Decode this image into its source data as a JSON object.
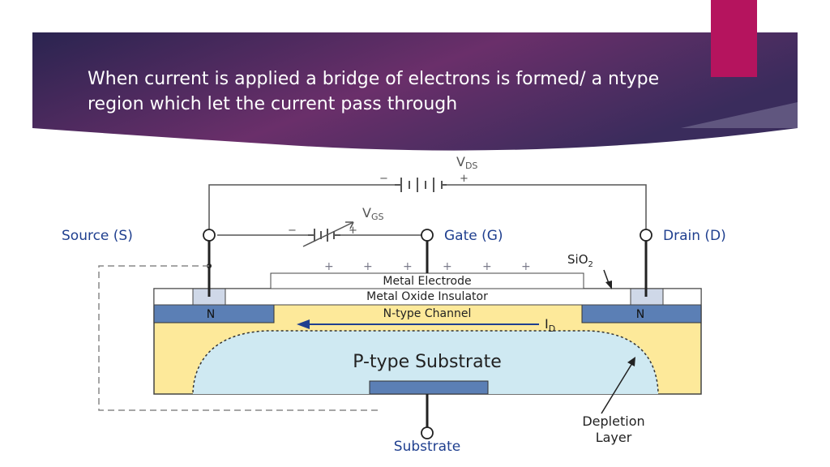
{
  "slide": {
    "title": "When current is applied a bridge of electrons is formed/ a ntype region which let the current pass through"
  },
  "diagram": {
    "vds": "V",
    "vds_sub": "DS",
    "vgs": "V",
    "vgs_sub": "GS",
    "source": "Source (S)",
    "gate": "Gate (G)",
    "drain": "Drain (D)",
    "sio2_main": "SiO",
    "sio2_sub": "2",
    "metal_electrode": "Metal Electrode",
    "oxide": "Metal Oxide Insulator",
    "n_left": "N",
    "n_right": "N",
    "channel": "N-type Channel",
    "id_main": "I",
    "id_sub": "D",
    "substrate_region": "P-type Substrate",
    "depletion_line1": "Depletion",
    "depletion_line2": "Layer",
    "substrate_terminal": "Substrate",
    "plus": "+",
    "minus": "−"
  },
  "colors": {
    "banner_dark": "#2a2450",
    "banner_light": "#6a2f6a",
    "accent": "#b5145e",
    "label_blue": "#1f3f8f",
    "n_region": "#5b7fb5",
    "channel_fill": "#fde99a",
    "substrate_fill": "#cfe9f2"
  }
}
